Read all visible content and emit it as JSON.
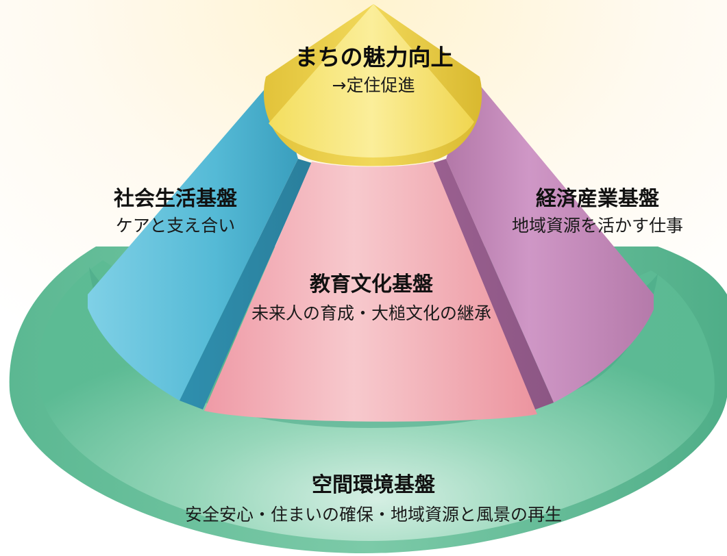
{
  "diagram": {
    "type": "layered-cone",
    "tiers": {
      "top": {
        "title": "まちの魅力向上",
        "subtitle": "→定住促進",
        "color": "#f3df6a"
      },
      "left": {
        "title": "社会生活基盤",
        "subtitle": "ケアと支え合い",
        "color": "#5bbfd8"
      },
      "center": {
        "title": "教育文化基盤",
        "subtitle": "未来人の育成・大槌文化の継承",
        "color": "#f2b5bc"
      },
      "right": {
        "title": "経済産業基盤",
        "subtitle": "地域資源を活かす仕事",
        "color": "#c98fbf"
      },
      "base": {
        "title": "空間環境基盤",
        "subtitle": "安全安心・住まいの確保・地域資源と風景の再生",
        "color": "#5fbf98"
      }
    }
  }
}
